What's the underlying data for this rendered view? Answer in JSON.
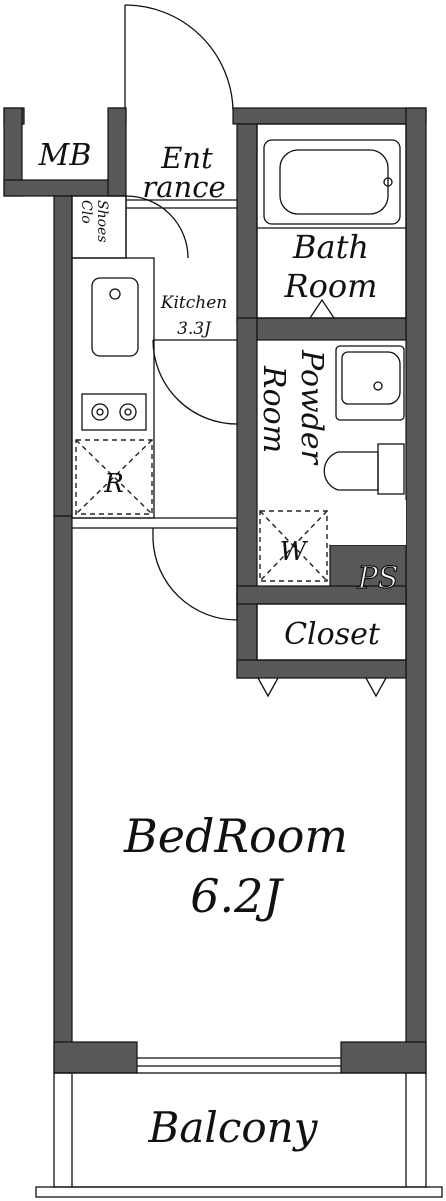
{
  "labels": {
    "mb": "MB",
    "entrance_line1": "Ent",
    "entrance_line2": "rance",
    "shoes_line1": "Shoes",
    "shoes_line2": "Clo",
    "kitchen_name": "Kitchen",
    "kitchen_size": "3.3J",
    "bath_line1": "Bath",
    "bath_line2": "Room",
    "powder_line1": "Powder",
    "powder_line2": "Room",
    "refrigerator": "R",
    "washer": "W",
    "ps": "PS",
    "closet": "Closet",
    "bedroom_name": "BedRoom",
    "bedroom_size": "6.2J",
    "balcony": "Balcony"
  },
  "colors": {
    "wall": "#595757",
    "line": "#111111",
    "background": "#ffffff"
  }
}
